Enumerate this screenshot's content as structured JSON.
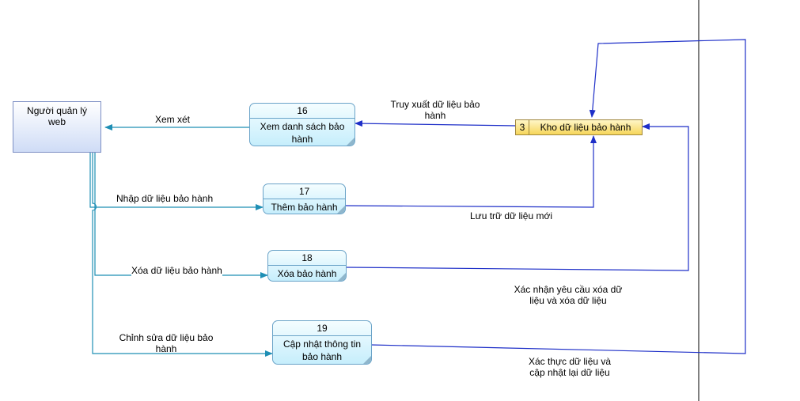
{
  "entity": {
    "label": "Người quản lý web"
  },
  "store": {
    "id": "3",
    "label": "Kho dữ liệu bảo hành"
  },
  "processes": [
    {
      "number": "16",
      "label": "Xem danh sách bảo hành"
    },
    {
      "number": "17",
      "label": "Thêm bảo hành"
    },
    {
      "number": "18",
      "label": "Xóa bảo hành"
    },
    {
      "number": "19",
      "label": "Cập nhật thông tin bảo hành"
    }
  ],
  "flows": {
    "view": "Xem xét",
    "retrieve": "Truy xuất dữ liệu bảo hành",
    "input": "Nhập dữ liệu bảo hành",
    "store_new": "Lưu trữ dữ liệu mới",
    "delete": "Xóa dữ liệu bảo hành",
    "confirm_delete": "Xác nhận yêu cầu xóa dữ liệu và xóa dữ liệu",
    "edit": "Chỉnh sửa dữ liệu bảo hành",
    "verify_update": "Xác thực dữ liệu và cập nhật lại dữ liệu"
  },
  "colors": {
    "teal_flow": "#1f8fb5",
    "blue_flow": "#1e2fc8",
    "divider": "#000000"
  }
}
